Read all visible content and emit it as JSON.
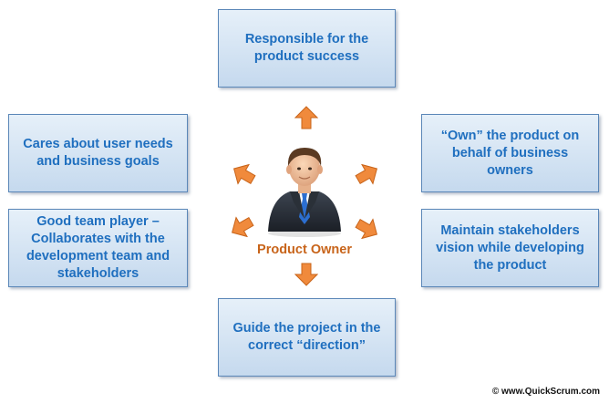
{
  "center": {
    "label": "Product Owner"
  },
  "boxes": {
    "top": "Responsible for the\nproduct success",
    "left_top": "Cares about user needs\nand business goals",
    "right_top": "“Own” the product on\nbehalf of business owners",
    "left_bottom": "Good team player –\nCollaborates with the\ndevelopment team and\nstakeholders",
    "right_bottom": "Maintain stakeholders\nvision while developing\nthe product",
    "bottom": "Guide the project in the\ncorrect “direction”"
  },
  "footer": {
    "copyright": "© www.QuickScrum.com"
  },
  "colors": {
    "box_text": "#1f6fbf",
    "box_border": "#5b87b8",
    "arrow": "#f08a3c",
    "label": "#c8641a"
  },
  "icons": {
    "center": "business-person-icon",
    "arrows": "arrow-icon"
  }
}
